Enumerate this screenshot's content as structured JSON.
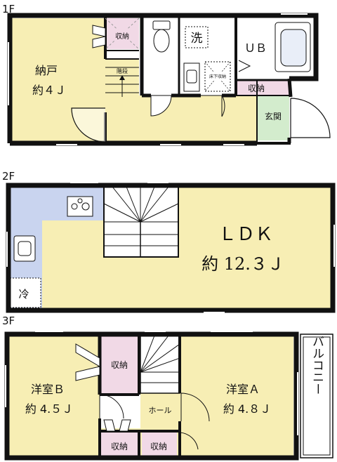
{
  "floors": {
    "f1": {
      "label": "1F",
      "rooms": {
        "storeroom_name": "納戸",
        "storeroom_size": "約４Ｊ",
        "closet_upper": "収納",
        "stairs": "階段",
        "laundry": "洗",
        "underfloor": "床下収納",
        "bath": "ＵＢ",
        "closet_lower": "収納",
        "entrance": "玄関"
      }
    },
    "f2": {
      "label": "2F",
      "rooms": {
        "ldk_name": "ＬＤＫ",
        "ldk_size": "約 12.３Ｊ",
        "fridge": "冷"
      }
    },
    "f3": {
      "label": "3F",
      "rooms": {
        "room_b_name": "洋室Ｂ",
        "room_b_size": "約 4.５Ｊ",
        "room_a_name": "洋室Ａ",
        "room_a_size": "約 4.８Ｊ",
        "closet_mid": "収納",
        "hall": "ホール",
        "closet_bl": "収納",
        "closet_br": "収納",
        "balcony": "バルコニー"
      }
    }
  },
  "colors": {
    "room": "#f7eeb4",
    "closet": "#f1d9e6",
    "kitchen": "#c9d4ef",
    "entrance": "#d3eccd",
    "wall": "#111111"
  }
}
